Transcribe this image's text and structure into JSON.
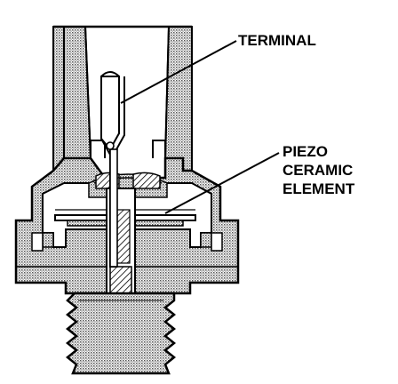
{
  "labels": {
    "terminal": "TERMINAL",
    "piezo_line1": "PIEZO",
    "piezo_line2": "CERAMIC",
    "piezo_line3": "ELEMENT"
  },
  "colors": {
    "ink": "#000000",
    "stipple_body": "#a0a0a0",
    "stipple_dark": "#6a6a6a",
    "background": "#ffffff"
  }
}
